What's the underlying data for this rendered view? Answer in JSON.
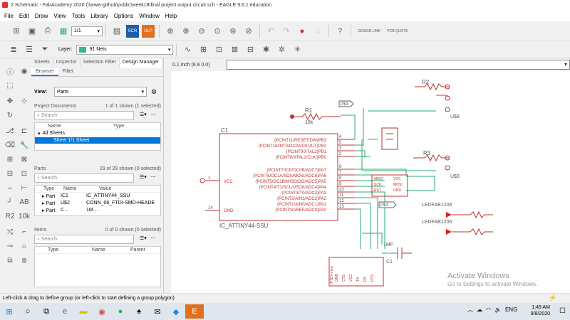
{
  "window": {
    "title": "2 Schematic - FabAcademy 2020 (\\\\www-github\\public\\week18\\final project output circuit.sch - EAGLE 9.6.1 education"
  },
  "menu": [
    "File",
    "Edit",
    "Draw",
    "View",
    "Tools",
    "Library",
    "Options",
    "Window",
    "Help"
  ],
  "toolbar": {
    "sheet_value": "1/1",
    "scr_label": "SCR",
    "ulp_label": "ULP",
    "design_link": "DESIGN LINK",
    "pcb_quote": "PCB QUOTE"
  },
  "layer": {
    "label": "Layer:",
    "value": "91 Nets",
    "color": "#3bb88a"
  },
  "panel": {
    "tabs": [
      "Sheets",
      "Inspector",
      "Selection Filter",
      "Design Manager"
    ],
    "active_tab": "Design Manager",
    "subtabs": [
      "Browser",
      "Filter"
    ],
    "view_label": "View:",
    "view_value": "Parts",
    "project_docs": {
      "title": "Project Documents",
      "count": "1 of 1 shown (1 selected)",
      "search": "Search",
      "col_name": "Name",
      "col_type": "Type",
      "group": "All Sheets",
      "item": "Sheet 1/1 Sheet"
    },
    "parts": {
      "title": "Parts",
      "count": "29 of 29 shown (0 selected)",
      "search": "Search",
      "col_type": "Type",
      "col_name": "Name",
      "col_value": "Value",
      "rows": [
        {
          "type": "Part",
          "name": "IC1",
          "value": "IC_ATTINY44_SSU"
        },
        {
          "type": "Part",
          "name": "U$2",
          "value": "CONN_06_FTDI-SMD-HEADE"
        },
        {
          "type": "Part",
          "name": "C…",
          "value": "1M…"
        }
      ]
    },
    "items": {
      "title": "Items",
      "count": "0 of 0 shown (0 selected)",
      "search": "Search",
      "col_type": "Type",
      "col_name": "Name",
      "col_parent": "Parent"
    }
  },
  "coord_readout": "0.1 inch (6.8 0.0)",
  "schematic": {
    "ic_name": "C1",
    "ic_value": "IC_ATTINY44-SSU",
    "pins_right": [
      "(PCINT11/RESET/DW)PB3",
      "(PCINT10/INT0/OC0A/CKOUT)PB2",
      "(PCINT9/XTAL2)PB1",
      "(PCINT8/XTAL1/CLKI)PB0",
      "(PCINT7/ICP/OC0B/ADC7)PA7",
      "(PCINT6/OC1A/SDA/MOSI/ADC6)PA6",
      "(PCINT5/OC1B/MISO/DO/ADC5)PA5",
      "(PCINT4/T1/SCL/USCK/ADC4)PA4",
      "(PCINT3/T0/ADC3)PA3",
      "(PCINT2/AIN1/ADC2)PA2",
      "(PCINT1/AIN0/ADC1)PA1",
      "(PCINT0/AREF/ADC0)PA0"
    ],
    "pin_numbers": [
      "4",
      "5",
      "3",
      "2",
      "6",
      "7",
      "8",
      "9",
      "10",
      "11",
      "12",
      "13"
    ],
    "vcc_label": "VCC",
    "gnd_label": "GND",
    "vcc_pin": "1",
    "gnd_pin": "14",
    "r1_name": "R1",
    "r1_value": "10k",
    "r2_name": "R2",
    "r3_name": "R3",
    "p3_label": "P$3",
    "ftdi_pins": [
      "GND",
      "CTS",
      "VCC",
      "TX",
      "RX",
      "RTS"
    ],
    "ftdi_name": "(FTDI+mm)",
    "cap_name": "C1",
    "cap_value": "1MF",
    "led1": "LEDFAB1206",
    "led2": "LEDFAB1206",
    "u_label1": "U$8",
    "u_label2": "U$9",
    "isp_pins": [
      "MISO",
      "SCK",
      "RST",
      "VCC",
      "MOSI",
      "GND"
    ]
  },
  "status_text": "Left-click & drag to define group (or left-click to start defining a group polygon)",
  "watermark": {
    "line1": "Activate Windows",
    "line2": "Go to Settings to activate Windows."
  },
  "clock": {
    "time": "1:49 AM",
    "date": "9/8/2020",
    "lang": "ENG"
  }
}
